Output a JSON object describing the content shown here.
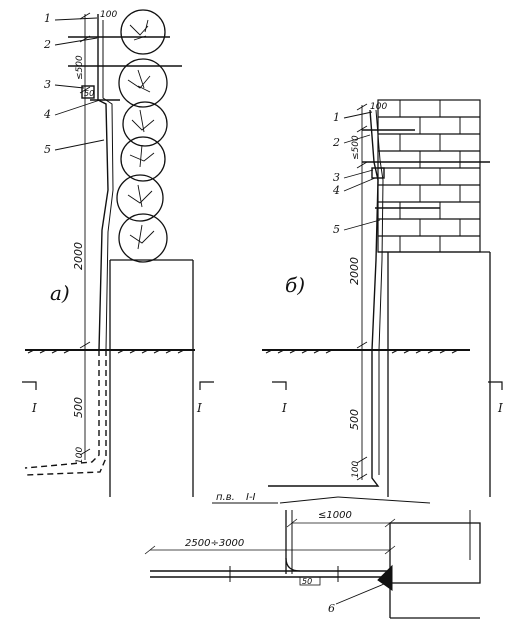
{
  "variant_a": {
    "letter": "а)",
    "callouts": [
      "1",
      "2",
      "3",
      "4",
      "5"
    ],
    "dims": {
      "top": "100",
      "upper": "≤500",
      "small": "50",
      "height": "2000",
      "below": "500",
      "bottom": "100"
    }
  },
  "variant_b": {
    "letter": "б)",
    "callouts": [
      "1",
      "2",
      "3",
      "4",
      "5"
    ],
    "dims": {
      "top": "100",
      "upper": "≤500",
      "height": "2000",
      "below": "500",
      "bottom": "100"
    }
  },
  "section_marks": {
    "left": "I",
    "right": "I"
  },
  "section_view": {
    "title": "I-I",
    "prefix": "п.в.",
    "dim_distance": "≤1000",
    "dim_length": "2500÷3000",
    "dim_small": "50",
    "callout": "6"
  }
}
